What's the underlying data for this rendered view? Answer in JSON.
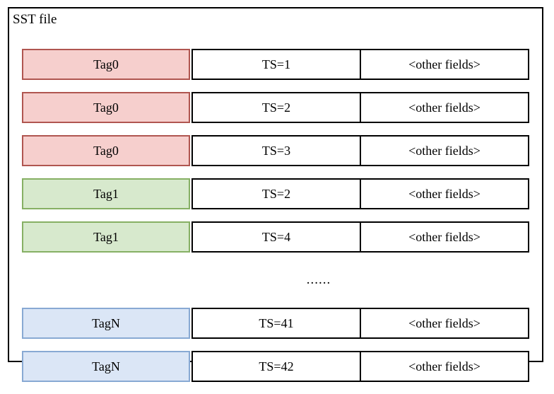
{
  "diagram": {
    "title": "SST file",
    "columns": [
      "tag",
      "timestamp",
      "other"
    ],
    "rows": [
      {
        "kind": "entry",
        "tag": "Tag0",
        "color": "red",
        "ts": "TS=1",
        "other": "<other fields>"
      },
      {
        "kind": "entry",
        "tag": "Tag0",
        "color": "red",
        "ts": "TS=2",
        "other": "<other fields>"
      },
      {
        "kind": "entry",
        "tag": "Tag0",
        "color": "red",
        "ts": "TS=3",
        "other": "<other fields>"
      },
      {
        "kind": "entry",
        "tag": "Tag1",
        "color": "green",
        "ts": "TS=2",
        "other": "<other fields>"
      },
      {
        "kind": "entry",
        "tag": "Tag1",
        "color": "green",
        "ts": "TS=4",
        "other": "<other fields>"
      },
      {
        "kind": "ellipsis",
        "text": "......"
      },
      {
        "kind": "entry",
        "tag": "TagN",
        "color": "blue",
        "ts": "TS=41",
        "other": "<other fields>"
      },
      {
        "kind": "entry",
        "tag": "TagN",
        "color": "blue",
        "ts": "TS=42",
        "other": "<other fields>"
      }
    ],
    "colors": {
      "red_fill": "#f6cfcd",
      "red_border": "#b05650",
      "green_fill": "#d7e9cd",
      "green_border": "#86b064",
      "blue_fill": "#dbe6f6",
      "blue_border": "#88a9d3",
      "cell_border": "#000000",
      "container_border": "#000000",
      "background": "#ffffff"
    }
  }
}
